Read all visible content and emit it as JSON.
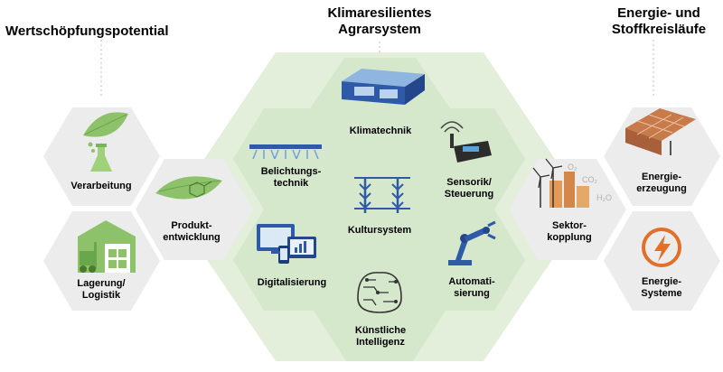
{
  "headings": {
    "left": "Wertschöpfungspotential",
    "center": "Klimaresilientes\nAgrarsystem",
    "right": "Energie- und\nStoffkreisläufe"
  },
  "left_cluster": {
    "verarbeitung": "Verarbeitung",
    "lagerung": "Lagerung/\nLogistik",
    "produkt": "Produkt-\nentwicklung"
  },
  "center_cluster": {
    "klimatechnik": "Klimatechnik",
    "belichtung": "Belichtungs-\ntechnik",
    "sensorik": "Sensorik/\nSteuerung",
    "kultursystem": "Kultursystem",
    "digitalisierung": "Digitalisierung",
    "automatisierung": "Automati-\nsierung",
    "ki": "Künstliche\nIntelligenz"
  },
  "right_cluster": {
    "sektor": "Sektor-\nkopplung",
    "erzeugung": "Energie-\nerzeugung",
    "systeme": "Energie-\nSysteme",
    "gas_labels": [
      "O₂",
      "CO₂",
      "H₂O"
    ]
  },
  "colors": {
    "big_hex": "#e3eedb",
    "green_hex": "#d6e8cc",
    "grey_hex": "#ececec",
    "icon_green": "#8dc26b",
    "icon_blue": "#2f5aa8",
    "icon_orange": "#e0702a"
  }
}
